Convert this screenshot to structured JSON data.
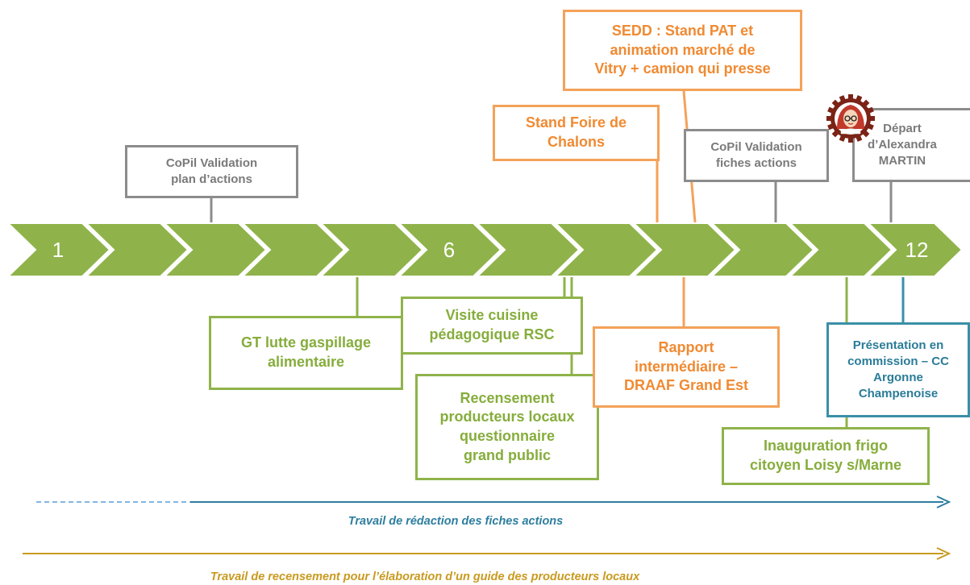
{
  "timeline": {
    "labels": [
      "1",
      "6",
      "12"
    ],
    "color": "#8fb34a"
  },
  "events": {
    "copil_plan": {
      "lines": [
        "CoPil Validation",
        "plan d’actions"
      ]
    },
    "sedd": {
      "lines": [
        "SEDD : Stand PAT et",
        "animation marché de",
        "Vitry + camion qui presse"
      ]
    },
    "foire": {
      "lines": [
        "Stand Foire de",
        "Chalons"
      ]
    },
    "copil_fiches": {
      "lines": [
        "CoPil Validation",
        "fiches actions"
      ]
    },
    "depart": {
      "lines": [
        "Départ",
        "d’Alexandra",
        "MARTIN"
      ]
    },
    "gt": {
      "lines": [
        "GT lutte gaspillage",
        "alimentaire"
      ]
    },
    "visite": {
      "lines": [
        "Visite cuisine",
        "pédagogique RSC"
      ]
    },
    "recensement": {
      "lines": [
        "Recensement",
        "producteurs locaux",
        "questionnaire",
        "grand public"
      ]
    },
    "rapport": {
      "lines": [
        "Rapport",
        "intermédiaire –",
        "DRAAF Grand Est"
      ]
    },
    "presentation": {
      "lines": [
        "Présentation en",
        "commission – CC",
        "Argonne",
        "Champenoise"
      ]
    },
    "inauguration": {
      "lines": [
        "Inauguration frigo",
        "citoyen Loisy s/Marne"
      ]
    }
  },
  "tracks": {
    "redaction": "Travail de rédaction des fiches actions",
    "recensement": "Travail de recensement pour l’élaboration d’un guide des producteurs locaux"
  },
  "colors": {
    "gray": "#8c8c8c",
    "green": "#8fb34a",
    "orange": "#f4a259",
    "blue": "#3b8fa8",
    "track_blue": "#2e7ea0",
    "track_gold": "#c99a1f"
  },
  "icons": [
    "gear-avatar-icon"
  ]
}
